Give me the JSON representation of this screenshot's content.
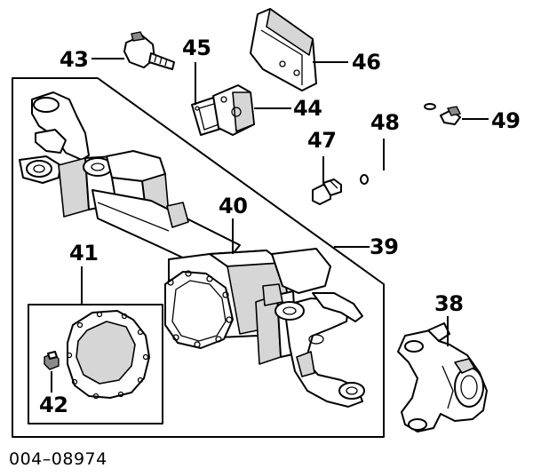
{
  "figure_id": "004–08974",
  "callouts": {
    "c38": "38",
    "c39": "39",
    "c40": "40",
    "c41": "41",
    "c42": "42",
    "c43": "43",
    "c44": "44",
    "c45": "45",
    "c46": "46",
    "c47": "47",
    "c48": "48",
    "c49": "49"
  }
}
